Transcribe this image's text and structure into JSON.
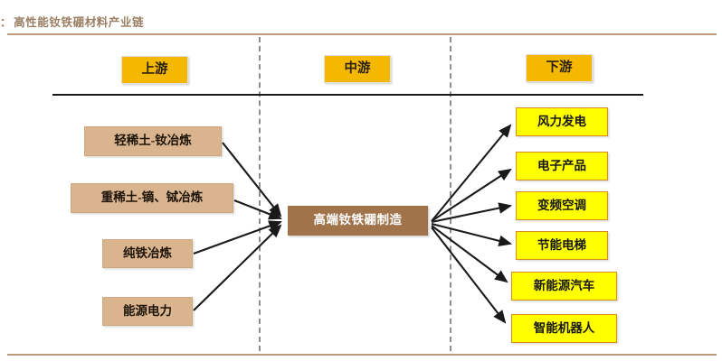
{
  "figure": {
    "caption_lead": "：",
    "caption": "高性能钕铁硼材料产业链"
  },
  "stages": [
    {
      "id": "upstream",
      "label": "上游"
    },
    {
      "id": "midstream",
      "label": "中游"
    },
    {
      "id": "downstream",
      "label": "下游"
    }
  ],
  "upstream_nodes": [
    {
      "label": "轻稀土-钕冶炼"
    },
    {
      "label": "重稀土-镝、铽冶炼"
    },
    {
      "label": "纯铁冶炼"
    },
    {
      "label": "能源电力"
    }
  ],
  "midstream_node": {
    "label": "高端钕铁硼制造"
  },
  "downstream_nodes": [
    {
      "label": "风力发电"
    },
    {
      "label": "电子产品"
    },
    {
      "label": "变频空调"
    },
    {
      "label": "节能电梯"
    },
    {
      "label": "新能源汽车"
    },
    {
      "label": "智能机器人"
    }
  ],
  "colors": {
    "stage_header_fill": "#f5b800",
    "upstream_fill": "#d9b48f",
    "midstream_fill": "#a0734b",
    "midstream_text": "#ffffff",
    "downstream_fill": "#ffff00",
    "downstream_border": "#d98b1f",
    "caption_text": "#9a7f63",
    "rule_color": "#bc9a7c",
    "separator_color": "#8e8e8e",
    "arrow_color": "#1a1a1a"
  }
}
